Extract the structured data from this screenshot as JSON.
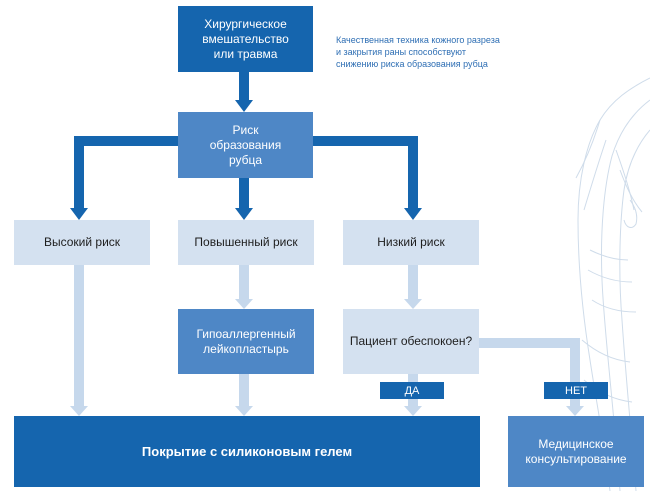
{
  "colors": {
    "dark_blue": "#1565ae",
    "mid_blue": "#4e87c6",
    "light_blue": "#d4e1f0",
    "connector_light": "#c6d8ec",
    "note_text": "#2f6fb4"
  },
  "nodes": {
    "surgery": "Хирургическое вмешательство или травма",
    "scar_risk": "Риск образования рубца",
    "high_risk": "Высокий риск",
    "elevated_risk": "Повышенный риск",
    "low_risk": "Низкий риск",
    "hypoallergenic_plaster": "Гипоаллергенный лейкопластырь",
    "patient_concerned": "Пациент обеспокоен?",
    "silicone_gel": "Покрытие с силиконовым гелем",
    "medical_consultation": "Медицинское консультирование"
  },
  "labels": {
    "yes": "ДА",
    "no": "НЕТ"
  },
  "note": "Качественная техника кожного разреза и закрытия раны способствуют снижению риска образования рубца",
  "background_figure": "human-torso-line-illustration"
}
